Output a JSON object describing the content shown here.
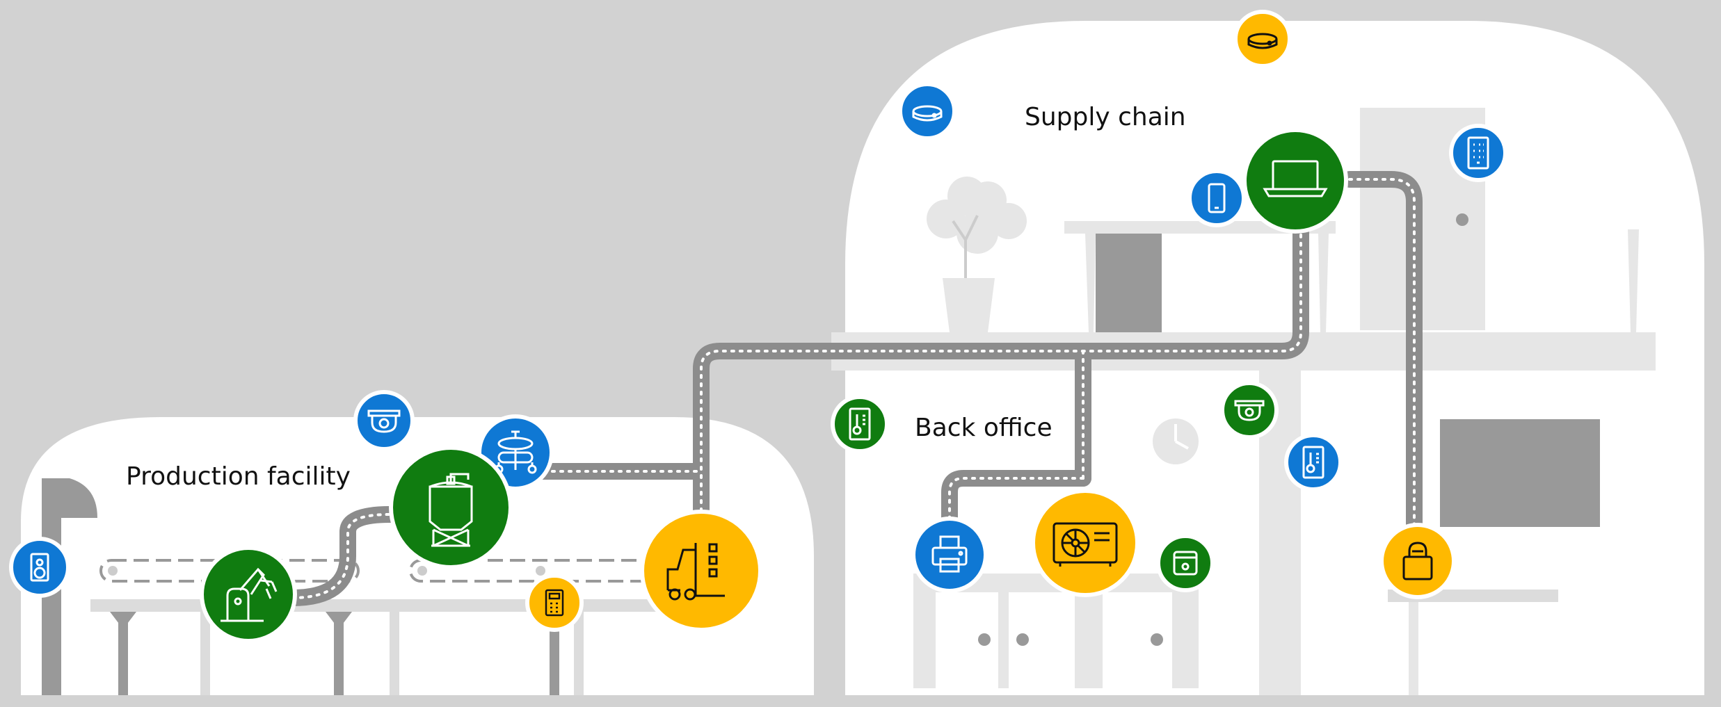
{
  "labels": {
    "production": "Production facility",
    "back_office": "Back office",
    "supply_chain": "Supply chain"
  },
  "colors": {
    "background": "#d2d2d2",
    "building": "#ffffff",
    "furniture_light": "#dcdcdc",
    "furniture_dark": "#999999",
    "pipe": "#8c8c8c",
    "blue": "#0f78d4",
    "green": "#107c10",
    "yellow": "#ffb900"
  },
  "devices": {
    "production": [
      {
        "name": "speaker",
        "color": "blue"
      },
      {
        "name": "security-camera",
        "color": "blue"
      },
      {
        "name": "valve",
        "color": "blue"
      },
      {
        "name": "industrial-tank",
        "color": "green"
      },
      {
        "name": "robotic-arm",
        "color": "green"
      },
      {
        "name": "calculator",
        "color": "yellow"
      },
      {
        "name": "forklift",
        "color": "yellow"
      }
    ],
    "back_office": [
      {
        "name": "thermostat",
        "color": "green"
      },
      {
        "name": "printer",
        "color": "blue"
      },
      {
        "name": "air-conditioner",
        "color": "yellow"
      },
      {
        "name": "safe",
        "color": "green"
      },
      {
        "name": "security-camera",
        "color": "green"
      },
      {
        "name": "thermometer",
        "color": "blue"
      }
    ],
    "supply_chain": [
      {
        "name": "smoke-detector",
        "color": "blue"
      },
      {
        "name": "smoke-detector",
        "color": "yellow"
      },
      {
        "name": "smartphone",
        "color": "blue"
      },
      {
        "name": "laptop",
        "color": "green"
      },
      {
        "name": "keypad",
        "color": "blue"
      },
      {
        "name": "padlock",
        "color": "yellow"
      }
    ]
  }
}
